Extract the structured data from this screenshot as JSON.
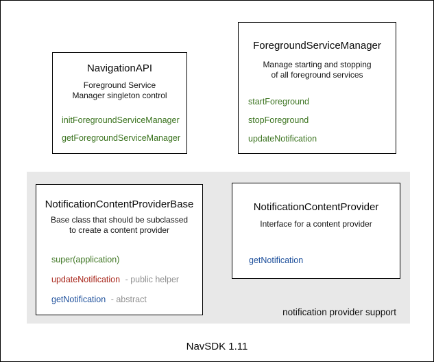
{
  "diagram": {
    "footer": "NavSDK 1.11",
    "panel": {
      "label": "notification provider support",
      "background": "#e8e8e8"
    },
    "colors": {
      "method_green": "#3c7420",
      "method_red": "#a9281d",
      "method_blue": "#1d4f9b",
      "annotation_gray": "#8f8f8f",
      "box_border": "#000000"
    },
    "boxes": [
      {
        "title": "NavigationAPI",
        "description": [
          "Foreground Service",
          "Manager singleton control"
        ],
        "methods": [
          {
            "label": "initForegroundServiceManager",
            "annotation": ""
          },
          {
            "label": "getForegroundServiceManager",
            "annotation": ""
          }
        ]
      },
      {
        "title": "ForegroundServiceManager",
        "description": [
          "Manage starting and stopping",
          "of all foreground services"
        ],
        "methods": [
          {
            "label": "startForeground",
            "annotation": ""
          },
          {
            "label": "stopForeground",
            "annotation": ""
          },
          {
            "label": "updateNotification",
            "annotation": ""
          }
        ]
      },
      {
        "title": "NotificationContentProviderBase",
        "description": [
          "Base class that should be subclassed",
          "to create a content provider"
        ],
        "methods": [
          {
            "label": "super(application)",
            "annotation": ""
          },
          {
            "label": "updateNotification",
            "annotation": "- public helper"
          },
          {
            "label": "getNotification",
            "annotation": "- abstract"
          }
        ]
      },
      {
        "title": "NotificationContentProvider",
        "description": [
          "Interface for a content provider"
        ],
        "methods": [
          {
            "label": "getNotification",
            "annotation": ""
          }
        ]
      }
    ]
  }
}
